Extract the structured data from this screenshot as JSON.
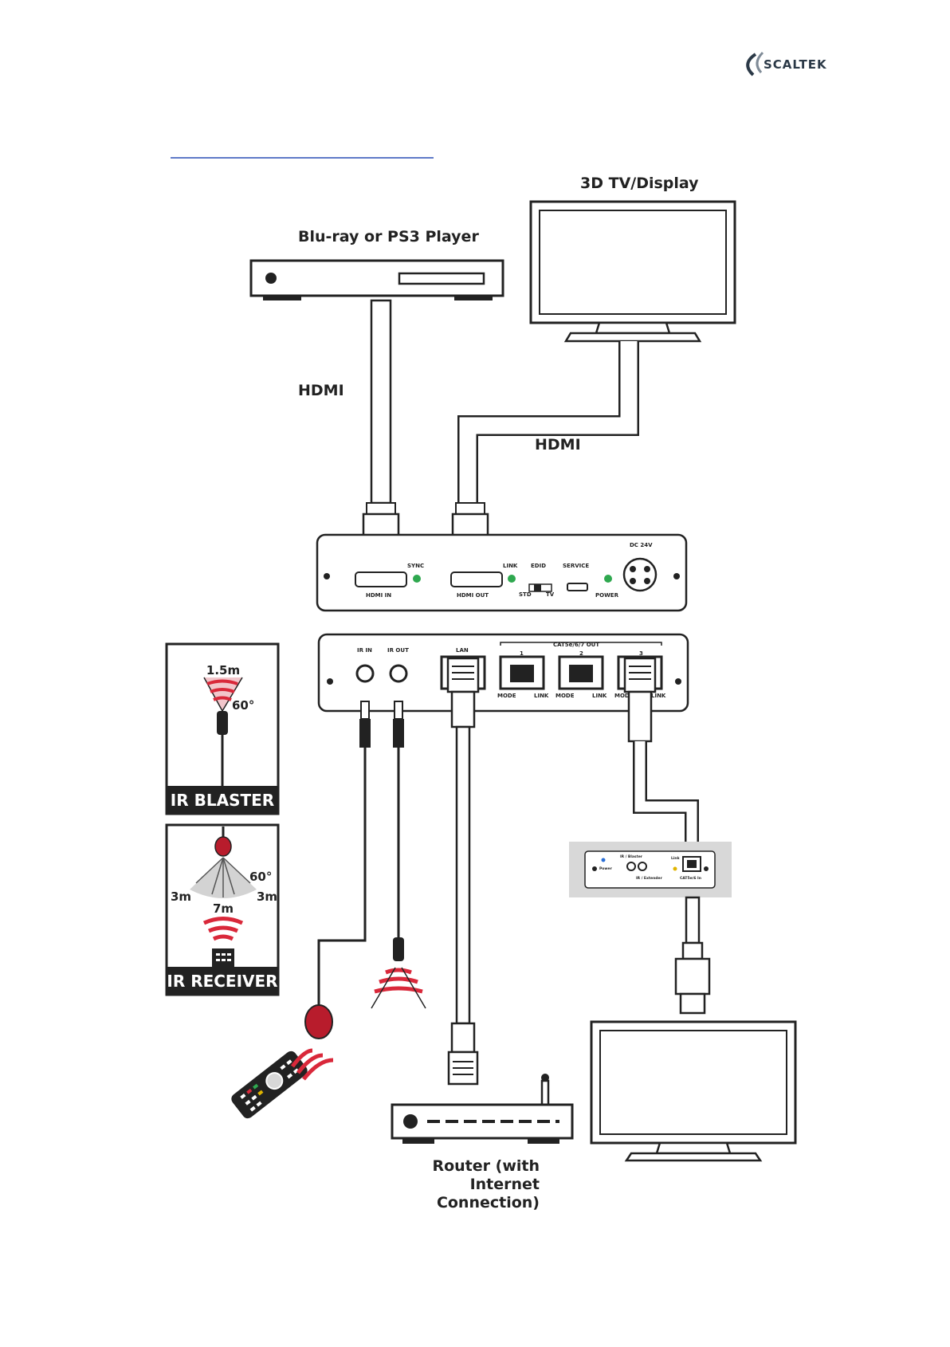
{
  "header": {
    "logo_text": "SCALTEK",
    "heading_text": ""
  },
  "devices": {
    "source": "Blu-ray or PS3 Player",
    "display": "3D TV/Display",
    "router_line1": "Router (with",
    "router_line2": "Internet",
    "router_line3": "Connection)"
  },
  "cables": {
    "hdmi_in_cable": "HDMI",
    "hdmi_out_cable": "HDMI"
  },
  "transmitter_front": {
    "hdmi_in": "HDMI IN",
    "sync": "SYNC",
    "hdmi_out": "HDMI OUT",
    "link": "LINK",
    "edid": "EDID",
    "std": "STD",
    "tv": "TV",
    "service": "SERVICE",
    "power": "POWER",
    "dc": "DC 24V"
  },
  "transmitter_rear": {
    "ir_in": "IR IN",
    "ir_out": "IR OUT",
    "lan": "LAN",
    "cat_out": "CAT5e/6/7 OUT",
    "port1": "1",
    "port2": "2",
    "port3": "3",
    "mode": "MODE",
    "link": "LINK"
  },
  "receiver": {
    "power": "Power",
    "ir_blaster": "IR / Blaster",
    "ir_extender": "IR / Extender",
    "link": "Link",
    "cat_in": "CAT5e/6 In"
  },
  "ir_blaster_box": {
    "title": "IR BLASTER",
    "range": "1.5m",
    "angle": "60°"
  },
  "ir_receiver_box": {
    "title": "IR RECEIVER",
    "angle": "60°",
    "left_range": "3m",
    "right_range": "3m",
    "center_range": "7m"
  },
  "colors": {
    "ink": "#222222",
    "ir_red": "#d9283a",
    "led_green": "#2fa84f",
    "logo_blue": "#2b3947",
    "panel_grey": "#d8d8d8"
  }
}
